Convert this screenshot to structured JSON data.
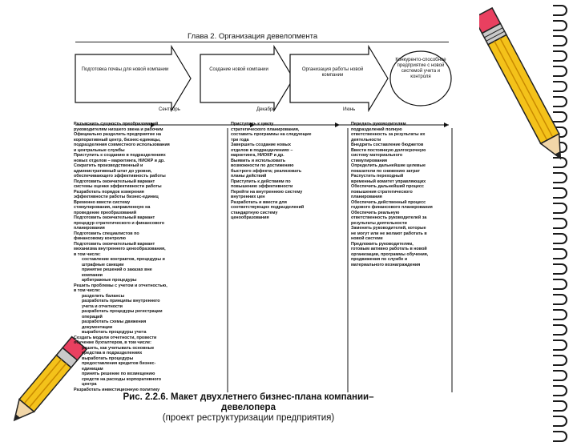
{
  "document": {
    "chapter_title": "Глава 2. Организация девелопмента",
    "arrows": [
      "Подготовка почвы для новой компании",
      "Создание новой компании",
      "Организация работы новой компании"
    ],
    "ellipse": "Конкуренто-способное предприятие с новой системой учета и контроля",
    "timeline": [
      "Сентябрь",
      "Декабрь",
      "Июнь"
    ],
    "column1": [
      "Разъяснить сущность преобразований",
      "руководителям низшего звена и рабочим",
      "Официально разделить предприятие на",
      "корпоративный центр, бизнес-единицы,",
      "подразделения совместного использования",
      "и центральные службы",
      "Приступить к созданию в подразделениях",
      "новых отделов – маркетинга, НИОКР и др.",
      "Сократить производственный и",
      "административный штат до уровня,",
      "обеспечивающего эффективность работы",
      "Подготовить окончательный вариант",
      "системы оценки эффективности работы",
      "Разработать порядок измерения",
      "эффективности работы бизнес-единиц",
      "Временно ввести систему",
      "стимулирования, направленную на",
      "проведение преобразований",
      "Подготовить окончательный вариант",
      "процедур стратегического и финансового",
      "планирования",
      "Подготовить специалистов по",
      "финансовому контролю",
      "Подготовить окончательный вариант",
      "механизма внутреннего ценообразования,",
      "в том числе:",
      "составление контрактов, процедуры и",
      "штрафные санкции",
      "принятие решений о заказах вне",
      "компании",
      "арбитражные процедуры",
      "Решить проблемы с учетом и отчетностью,",
      "в том числе:",
      "разделить балансы",
      "разработать принципы внутреннего",
      "учета и отчетности",
      "разработать процедуры регистрации",
      "операций",
      "разработать схемы движения",
      "документации",
      "выработать процедуры учета",
      "Создать модели отчетности, провести",
      "обучение бухгалтеров, в том числе:",
      "решить, как учитывать основные",
      "средства в подразделениях",
      "выработать процедуры",
      "предоставления кредитов бизнес-",
      "единицам",
      "принять решение по возмещению",
      "средств на расходы корпоративного",
      "центра",
      "Разработать инвестиционную политику"
    ],
    "column2": [
      "Приступить к циклу",
      "стратегического планирования,",
      "составить программы на следующие",
      "три года",
      "Завершить создание новых",
      "отделов в подразделениях –",
      "маркетинга, НИОКР и др.",
      "Выявить и использовать",
      "возможности по достижению",
      "быстрого эффекта; реализовать",
      "планы действий",
      "Приступить к действиям по",
      "повышению эффективности",
      "Перейти на внутреннюю систему",
      "внутренних цен",
      "Разработать и ввести для",
      "соответствующих подразделений",
      "стандартную систему",
      "ценообразования"
    ],
    "column3": [
      "Передать руководителям",
      "подразделений полную",
      "ответственность за результаты их",
      "деятельности",
      "Внедрить составление бюджетов",
      "Ввести постоянную долгосрочную",
      "систему материального",
      "стимулирования",
      "Определить дальнейшие целевые",
      "показатели по снижению затрат",
      "Распустить переходный",
      "временный комитет управляющих",
      "Обеспечить дальнейший процесс",
      "повышения стратегического",
      "планирования",
      "Обеспечить действенный процесс",
      "годового финансового планирования",
      "Обеспечить реальную",
      "ответственность руководителей за",
      "результаты деятельности",
      "Заменить руководителей, которые",
      "не могут или не желают работать в",
      "новой системе",
      "Предложить руководителям,",
      "готовым активно работать в новой",
      "организации, программы обучения,",
      "продвижения по службе и",
      "материального вознаграждения"
    ],
    "caption_line1": "Рис. 2.2.6. Макет двухлетнего бизнес-плана компании–девелопера",
    "caption_line2": "(проект реструктуризации предприятия)"
  }
}
